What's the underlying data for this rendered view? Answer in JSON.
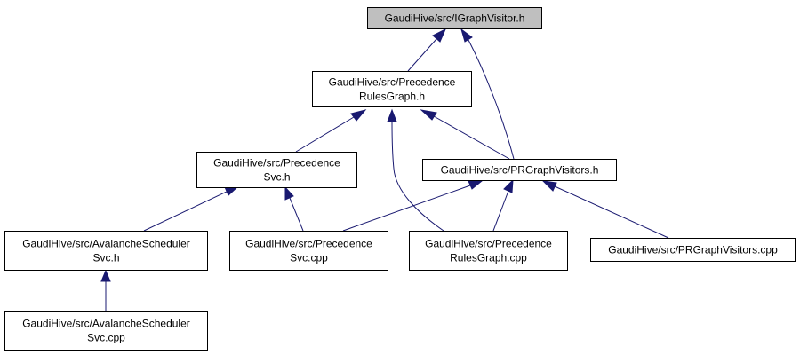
{
  "diagram": {
    "nodes": [
      {
        "id": "igraphvisitor_h",
        "lines": [
          "GaudiHive/src/IGraphVisitor.h"
        ],
        "highlight": true
      },
      {
        "id": "precedencerulesgraph_h",
        "lines": [
          "GaudiHive/src/Precedence",
          "RulesGraph.h"
        ]
      },
      {
        "id": "precedencesvc_h",
        "lines": [
          "GaudiHive/src/Precedence",
          "Svc.h"
        ]
      },
      {
        "id": "prgraphvisitors_h",
        "lines": [
          "GaudiHive/src/PRGraphVisitors.h"
        ]
      },
      {
        "id": "avalanchescheduler_h",
        "lines": [
          "GaudiHive/src/AvalancheScheduler",
          "Svc.h"
        ]
      },
      {
        "id": "precedencesvc_cpp",
        "lines": [
          "GaudiHive/src/Precedence",
          "Svc.cpp"
        ]
      },
      {
        "id": "precedencerulesgraph_cpp",
        "lines": [
          "GaudiHive/src/Precedence",
          "RulesGraph.cpp"
        ]
      },
      {
        "id": "prgraphvisitors_cpp",
        "lines": [
          "GaudiHive/src/PRGraphVisitors.cpp"
        ]
      },
      {
        "id": "avalanchescheduler_cpp",
        "lines": [
          "GaudiHive/src/AvalancheScheduler",
          "Svc.cpp"
        ]
      }
    ],
    "edges": [
      {
        "from": "precedencerulesgraph_h",
        "to": "igraphvisitor_h"
      },
      {
        "from": "prgraphvisitors_h",
        "to": "igraphvisitor_h"
      },
      {
        "from": "precedencesvc_h",
        "to": "precedencerulesgraph_h"
      },
      {
        "from": "prgraphvisitors_h",
        "to": "precedencerulesgraph_h"
      },
      {
        "from": "precedencerulesgraph_cpp",
        "to": "precedencerulesgraph_h"
      },
      {
        "from": "avalanchescheduler_h",
        "to": "precedencesvc_h"
      },
      {
        "from": "precedencesvc_cpp",
        "to": "precedencesvc_h"
      },
      {
        "from": "precedencesvc_cpp",
        "to": "prgraphvisitors_h"
      },
      {
        "from": "precedencerulesgraph_cpp",
        "to": "prgraphvisitors_h"
      },
      {
        "from": "prgraphvisitors_cpp",
        "to": "prgraphvisitors_h"
      },
      {
        "from": "avalanchescheduler_cpp",
        "to": "avalanchescheduler_h"
      }
    ],
    "colors": {
      "edge": "#191970",
      "node_border": "#000000",
      "node_fill": "#ffffff",
      "highlight_fill": "#bfbfbf"
    }
  }
}
